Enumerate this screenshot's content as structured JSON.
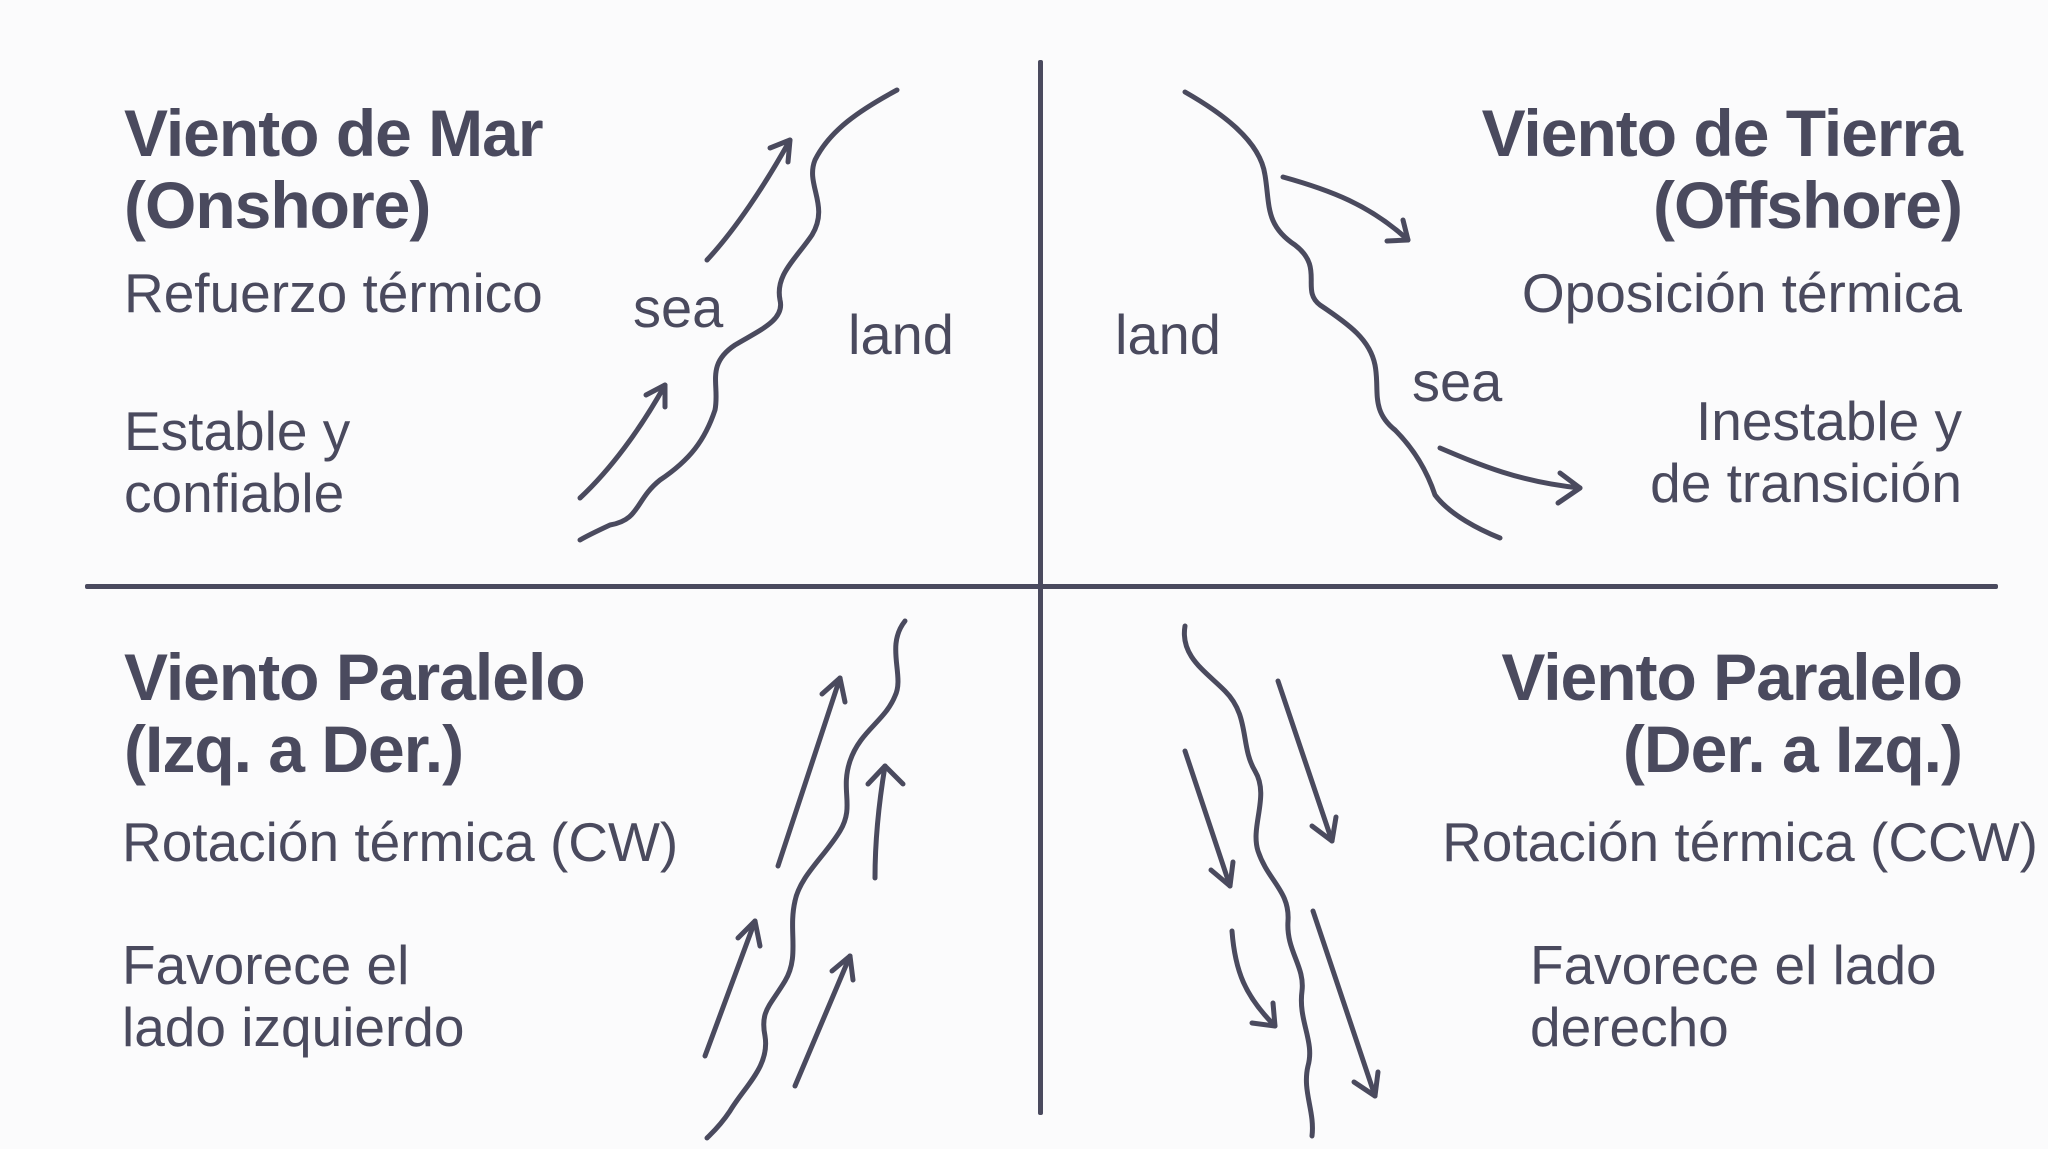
{
  "quadrants": {
    "onshore": {
      "title_line1": "Viento de Mar",
      "title_line2": "(Onshore)",
      "effect": "Refuerzo térmico",
      "desc_line1": "Estable y",
      "desc_line2": "confiable",
      "label_sea": "sea",
      "label_land": "land"
    },
    "offshore": {
      "title_line1": "Viento de Tierra",
      "title_line2": "(Offshore)",
      "effect": "Oposición térmica",
      "desc_line1": "Inestable y",
      "desc_line2": "de transición",
      "label_sea": "sea",
      "label_land": "land"
    },
    "parallel_lr": {
      "title_line1": "Viento Paralelo",
      "title_line2": "(Izq. a Der.)",
      "effect": "Rotación térmica (CW)",
      "desc_line1": "Favorece el",
      "desc_line2": "lado izquierdo"
    },
    "parallel_rl": {
      "title_line1": "Viento Paralelo",
      "title_line2": "(Der. a Izq.)",
      "effect": "Rotación térmica (CCW)",
      "desc_line1": "Favorece el lado",
      "desc_line2": "derecho"
    }
  },
  "colors": {
    "ink": "#4a4a5e",
    "background": "#fbfbfc"
  },
  "icons": [
    "coastline-line",
    "wind-arrow"
  ]
}
